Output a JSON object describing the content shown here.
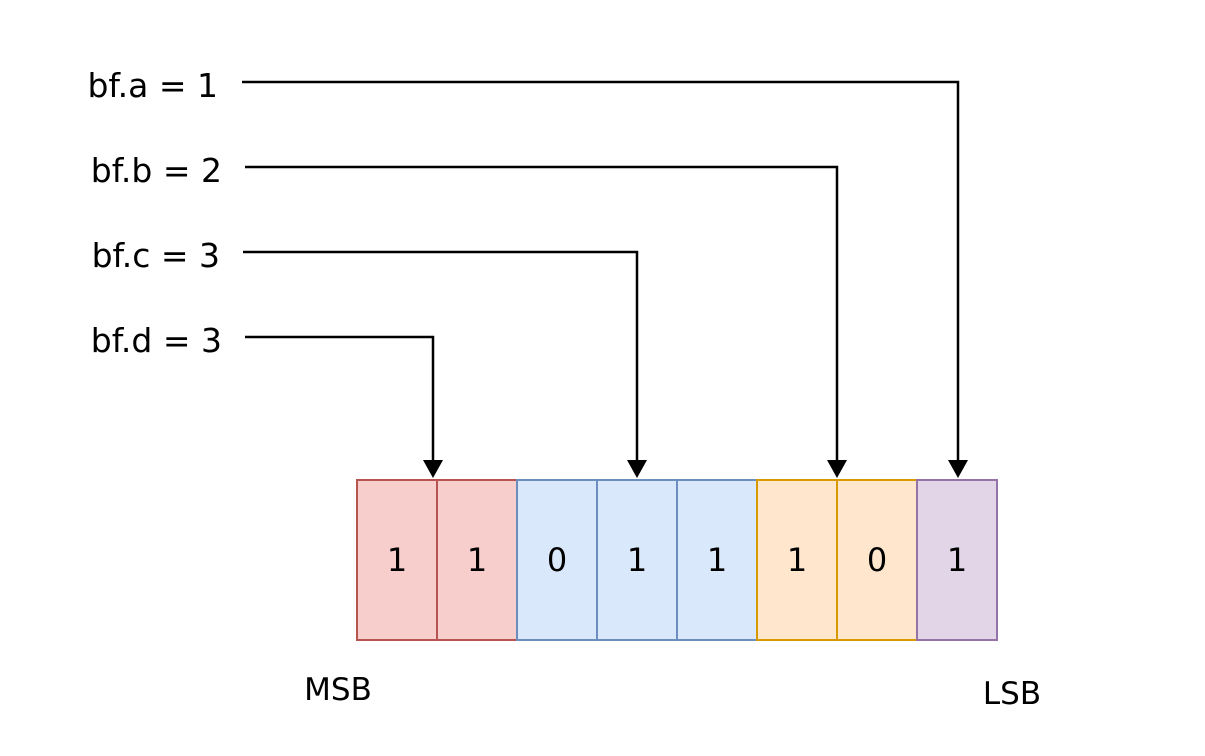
{
  "fields": [
    {
      "id": "a",
      "label": "bf.a = 1",
      "target_bit": 7
    },
    {
      "id": "b",
      "label": "bf.b = 2",
      "target_bit": 5
    },
    {
      "id": "c",
      "label": "bf.c = 3",
      "target_bit": 3
    },
    {
      "id": "d",
      "label": "bf.d = 3",
      "target_bit": 0
    }
  ],
  "bits": [
    {
      "value": "1",
      "group": "d"
    },
    {
      "value": "1",
      "group": "d"
    },
    {
      "value": "0",
      "group": "c"
    },
    {
      "value": "1",
      "group": "c"
    },
    {
      "value": "1",
      "group": "c"
    },
    {
      "value": "1",
      "group": "b"
    },
    {
      "value": "0",
      "group": "b"
    },
    {
      "value": "1",
      "group": "a"
    }
  ],
  "group_colors": {
    "d": {
      "fill": "#f8cecc",
      "stroke": "#b85450"
    },
    "c": {
      "fill": "#dae8fc",
      "stroke": "#6c8ebf"
    },
    "b": {
      "fill": "#ffe6cc",
      "stroke": "#d79b00"
    },
    "a": {
      "fill": "#e1d5e7",
      "stroke": "#9673a6"
    }
  },
  "msb_label": "MSB",
  "lsb_label": "LSB"
}
